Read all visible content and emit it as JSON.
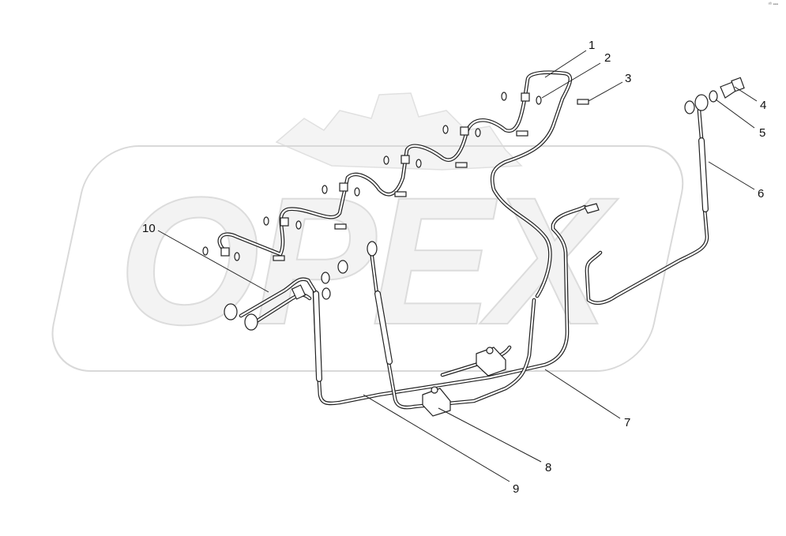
{
  "diagram": {
    "watermark_text": "OPEX",
    "corner_mark": "ᵃᵇ ▪▪▪",
    "callouts": [
      {
        "id": "1",
        "label": "1"
      },
      {
        "id": "2",
        "label": "2"
      },
      {
        "id": "3",
        "label": "3"
      },
      {
        "id": "4",
        "label": "4"
      },
      {
        "id": "5",
        "label": "5"
      },
      {
        "id": "6",
        "label": "6"
      },
      {
        "id": "7",
        "label": "7"
      },
      {
        "id": "8",
        "label": "8"
      },
      {
        "id": "9",
        "label": "9"
      },
      {
        "id": "10",
        "label": "10"
      }
    ]
  }
}
